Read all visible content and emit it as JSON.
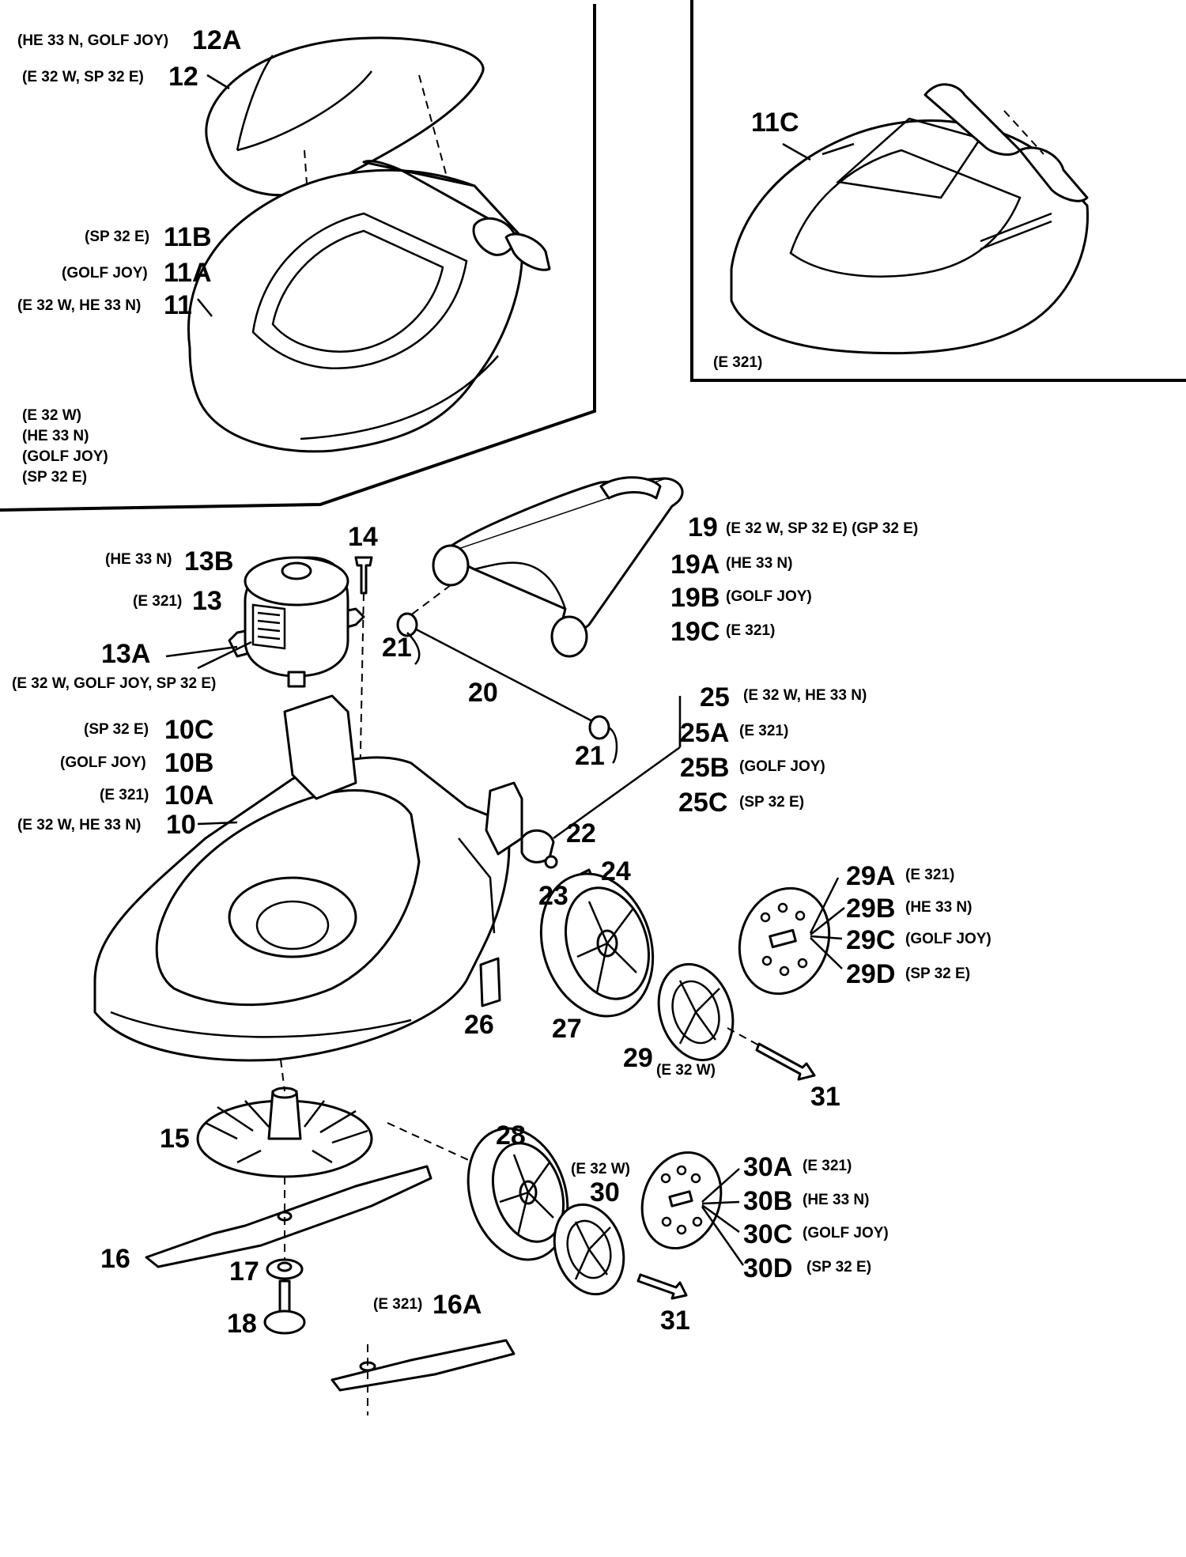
{
  "callouts": {
    "p12A": {
      "text": "12A",
      "models": "(HE 33 N, GOLF JOY)"
    },
    "p12": {
      "text": "12",
      "models": "(E 32 W, SP 32 E)"
    },
    "p11B": {
      "text": "11B",
      "models": "(SP 32 E)"
    },
    "p11A": {
      "text": "11A",
      "models": "(GOLF JOY)"
    },
    "p11": {
      "text": "11",
      "models": "(E 32 W, HE 33 N)"
    },
    "p11C": {
      "text": "11C"
    },
    "p13B": {
      "text": "13B",
      "models": "(HE 33 N)"
    },
    "p13": {
      "text": "13",
      "models": "(E 321)"
    },
    "p13A": {
      "text": "13A",
      "models": "(E 32 W, GOLF JOY, SP 32 E)"
    },
    "p14": {
      "text": "14"
    },
    "p19": {
      "text": "19",
      "models": "(E 32 W, SP 32 E) (GP 32 E)"
    },
    "p19A": {
      "text": "19A",
      "models": "(HE 33 N)"
    },
    "p19B": {
      "text": "19B",
      "models": "(GOLF JOY)"
    },
    "p19C": {
      "text": "19C",
      "models": "(E 321)"
    },
    "p21a": {
      "text": "21"
    },
    "p20": {
      "text": "20"
    },
    "p21b": {
      "text": "21"
    },
    "p25": {
      "text": "25",
      "models": "(E 32 W, HE 33 N)"
    },
    "p25A": {
      "text": "25A",
      "models": "(E 321)"
    },
    "p25B": {
      "text": "25B",
      "models": "(GOLF JOY)"
    },
    "p25C": {
      "text": "25C",
      "models": "(SP 32 E)"
    },
    "p10C": {
      "text": "10C",
      "models": "(SP 32 E)"
    },
    "p10B": {
      "text": "10B",
      "models": "(GOLF JOY)"
    },
    "p10A": {
      "text": "10A",
      "models": "(E 321)"
    },
    "p10": {
      "text": "10",
      "models": "(E 32 W, HE 33 N)"
    },
    "p22": {
      "text": "22"
    },
    "p23": {
      "text": "23"
    },
    "p24": {
      "text": "24"
    },
    "p29A": {
      "text": "29A",
      "models": "(E 321)"
    },
    "p29B": {
      "text": "29B",
      "models": "(HE 33 N)"
    },
    "p29C": {
      "text": "29C",
      "models": "(GOLF JOY)"
    },
    "p29D": {
      "text": "29D",
      "models": "(SP 32 E)"
    },
    "p26": {
      "text": "26"
    },
    "p27": {
      "text": "27"
    },
    "p29": {
      "text": "29",
      "models": "(E 32 W)"
    },
    "p31a": {
      "text": "31"
    },
    "p15": {
      "text": "15"
    },
    "p28": {
      "text": "28"
    },
    "p30": {
      "text": "30",
      "models": "(E 32 W)"
    },
    "p30A": {
      "text": "30A",
      "models": "(E 321)"
    },
    "p30B": {
      "text": "30B",
      "models": "(HE 33 N)"
    },
    "p30C": {
      "text": "30C",
      "models": "(GOLF JOY)"
    },
    "p30D": {
      "text": "30D",
      "models": "(SP 32 E)"
    },
    "p16": {
      "text": "16"
    },
    "p17": {
      "text": "17"
    },
    "p18": {
      "text": "18"
    },
    "p31b": {
      "text": "31"
    },
    "p16A": {
      "text": "16A",
      "models": "(E 321)"
    }
  },
  "inset_left_models": [
    "(E 32 W)",
    "(HE 33 N)",
    "(GOLF JOY)",
    "(SP 32 E)"
  ],
  "inset_right_model": "(E 321)"
}
